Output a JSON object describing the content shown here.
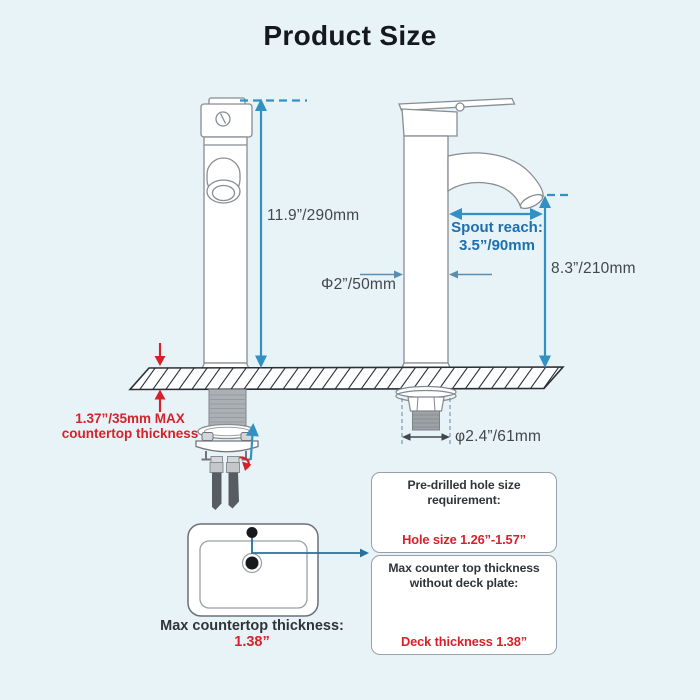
{
  "title": "Product Size",
  "left_faucet": {
    "height_label": "11.9”/290mm"
  },
  "right_faucet": {
    "spout_reach_label": "Spout reach:",
    "spout_reach_value": "3.5”/90mm",
    "height_label": "8.3”/210mm",
    "diameter_label": "Φ2”/50mm",
    "base_diameter_label": "φ2.4”/61mm"
  },
  "countertop": {
    "max_thickness_line1": "1.37”/35mm MAX",
    "max_thickness_line2": "countertop thickness"
  },
  "sink": {
    "caption_label": "Max countertop thickness:",
    "caption_value": "1.38”"
  },
  "info_boxes": {
    "hole_size": {
      "title": "Pre-drilled hole size requirement:",
      "value": "Hole size 1.26”-1.57”"
    },
    "deck_thickness": {
      "title_line1": "Max counter top thickness",
      "title_line2": "without deck plate:",
      "value": "Deck thickness 1.38”"
    }
  },
  "colors": {
    "background": "#e8f3f8",
    "accent_blue": "#3390c3",
    "text_blue": "#1d6fae",
    "alert_red": "#d7212a",
    "text_dark": "#42474e",
    "title_dark": "#15181c"
  }
}
